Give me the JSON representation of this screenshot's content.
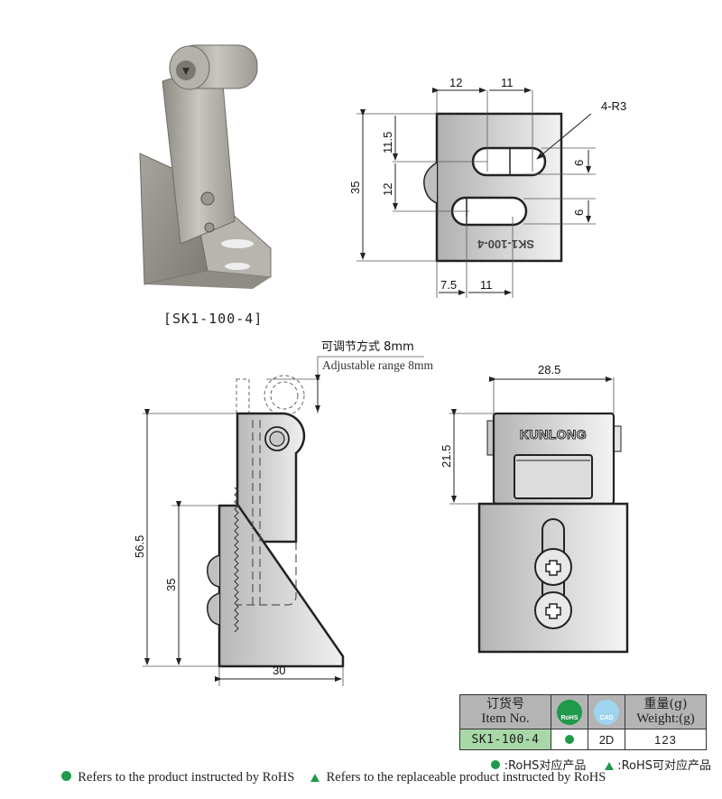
{
  "product": {
    "caption": "[SK1-100-4]",
    "photo_alt": "stainless steel adjustable hinge bracket"
  },
  "top_view": {
    "dims": {
      "top_left": "12",
      "top_right": "11",
      "left_total": "35",
      "left_upper": "11.5",
      "left_lower": "12",
      "right_upper": "6",
      "right_lower": "6",
      "bottom_left": "7.5",
      "bottom_right": "11",
      "radius_callout": "4-R3"
    },
    "stamp": "SK1-100-4"
  },
  "side_view": {
    "adjust_cn": "可调节方式 8mm",
    "adjust_en": "Adjustable range 8mm",
    "dims": {
      "total_height": "56.5",
      "base_height": "35",
      "width": "30"
    }
  },
  "front_view": {
    "brand": "KUNLONG",
    "dims": {
      "width": "28.5",
      "upper_height": "21.5"
    }
  },
  "spec_table": {
    "headers": {
      "item_cn": "订货号",
      "item_en": "Item No.",
      "rohs_icon": "RoHS",
      "cad_icon": "CAD",
      "weight_cn": "重量(g)",
      "weight_en": "Weight:(g)"
    },
    "rows": [
      {
        "item_no": "SK1-100-4",
        "rohs": "●",
        "cad": "2D",
        "weight": "123"
      }
    ]
  },
  "legend": {
    "cn_rohs": ":RoHS对应产品",
    "cn_replaceable": ":RoHS可对应产品",
    "en_rohs": "Refers to the product instructed by RoHS",
    "en_replaceable": "Refers to the replaceable product instructed by RoHS"
  },
  "colors": {
    "rohs_green": "#1f9a4a",
    "cad_blue": "#9fd4f0",
    "table_header_gray": "#b4b4b4",
    "item_cell_green": "#a8d8a8",
    "metal_gray": "#c8c8c8"
  }
}
